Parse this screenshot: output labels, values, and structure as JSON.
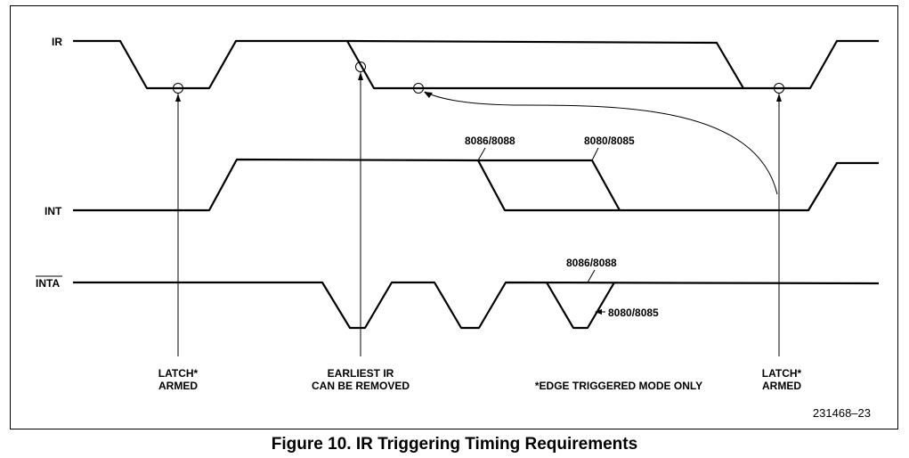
{
  "signals": {
    "ir": "IR",
    "int": "INT",
    "inta": "INTA"
  },
  "annotations": {
    "latch_armed_1_line1": "LATCH*",
    "latch_armed_1_line2": "ARMED",
    "earliest_line1": "EARLIEST IR",
    "earliest_line2": "CAN BE REMOVED",
    "edge_note": "*EDGE TRIGGERED MODE ONLY",
    "latch_armed_2_line1": "LATCH*",
    "latch_armed_2_line2": "ARMED",
    "int_8086": "8086/8088",
    "int_8080": "8080/8085",
    "inta_8086": "8086/8088",
    "inta_8080": "8080/8085",
    "figure_id": "231468–23"
  },
  "caption": "Figure 10. IR Triggering Timing Requirements"
}
